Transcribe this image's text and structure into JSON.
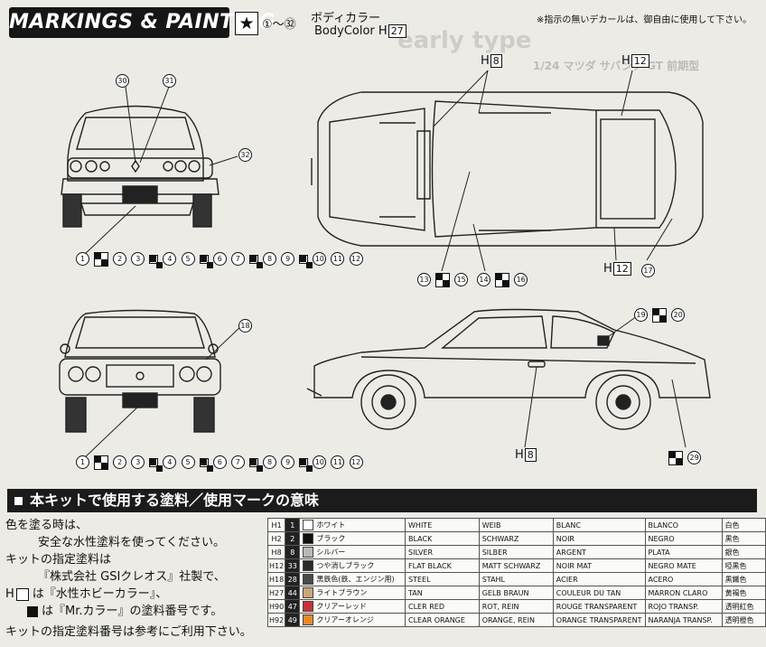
{
  "header": {
    "title": "MARKINGS & PAINTING",
    "decal_range": "①～㉜",
    "bodycolor_jp": "ボディカラー",
    "bodycolor_en": "BodyColor",
    "bodycolor_code": "27",
    "note": "※指示の無いデカールは、御自由に使用して下さい。",
    "bg_model": "early type",
    "bg_sub": "1/24 マツダ サバンナ GT 前期型"
  },
  "callouts": {
    "front_top": [
      "30",
      "31",
      "32"
    ],
    "rear_top": [
      "18"
    ],
    "top_view": {
      "h8": "8",
      "h12a": "12",
      "h12b": "12",
      "n13": "13",
      "n15": "15",
      "n14": "14",
      "n16": "16",
      "n17": "17"
    },
    "side_view": {
      "n19": "19",
      "n20": "20",
      "h8": "8",
      "n29": "29"
    },
    "row_1": "1",
    "row_2": "2",
    "row_rest": [
      "3",
      "4",
      "5",
      "6",
      "7",
      "8",
      "9",
      "10",
      "11",
      "12"
    ],
    "h_letter": "H"
  },
  "section_bar": {
    "title": "本キットで使用する塗料／使用マークの意味"
  },
  "notes": {
    "l1": "色を塗る時は、",
    "l2": "安全な水性塗料を使ってください。",
    "l3": "キットの指定塗料は",
    "l4": "『株式会社 GSIクレオス』社製で、",
    "l5a": "H",
    "l5b": "は『水性ホビーカラー』、",
    "l6": "は『Mr.カラー』の塗料番号です。",
    "l7": "キットの指定塗料番号は参考にご利用下さい。"
  },
  "paints": [
    {
      "h": "1",
      "m": "1",
      "jp": "ホワイト",
      "en": "WHITE",
      "de": "WEIB",
      "fr": "BLANC",
      "es": "BLANCO",
      "cn": "白色",
      "color": "#ffffff"
    },
    {
      "h": "2",
      "m": "2",
      "jp": "ブラック",
      "en": "BLACK",
      "de": "SCHWARZ",
      "fr": "NOIR",
      "es": "NEGRO",
      "cn": "黒色",
      "color": "#111111"
    },
    {
      "h": "8",
      "m": "8",
      "jp": "シルバー",
      "en": "SILVER",
      "de": "SILBER",
      "fr": "ARGENT",
      "es": "PLATA",
      "cn": "銀色",
      "color": "#b8b8b8"
    },
    {
      "h": "12",
      "m": "33",
      "jp": "つや消しブラック",
      "en": "FLAT BLACK",
      "de": "MATT SCHWARZ",
      "fr": "NOIR MAT",
      "es": "NEGRO MATE",
      "cn": "啞黒色",
      "color": "#2a2a2a"
    },
    {
      "h": "18",
      "m": "28",
      "jp": "黒鉄色(鉄、エンジン用)",
      "en": "STEEL",
      "de": "STAHL",
      "fr": "ACIER",
      "es": "ACERO",
      "cn": "黒鐵色",
      "color": "#4a4a4a"
    },
    {
      "h": "27",
      "m": "44",
      "jp": "ライトブラウン",
      "en": "TAN",
      "de": "GELB BRAUN",
      "fr": "COULEUR DU TAN",
      "es": "MARRON CLARO",
      "cn": "黄褐色",
      "color": "#c8a878"
    },
    {
      "h": "90",
      "m": "47",
      "jp": "クリアーレッド",
      "en": "CLER RED",
      "de": "ROT, REIN",
      "fr": "ROUGE TRANSPARENT",
      "es": "ROJO TRANSP.",
      "cn": "透明紅色",
      "color": "#c8333a"
    },
    {
      "h": "92",
      "m": "49",
      "jp": "クリアーオレンジ",
      "en": "CLEAR ORANGE",
      "de": "ORANGE, REIN",
      "fr": "ORANGE TRANSPARENT",
      "es": "NARANJA TRANSP.",
      "cn": "透明橙色",
      "color": "#e88a2a"
    }
  ]
}
